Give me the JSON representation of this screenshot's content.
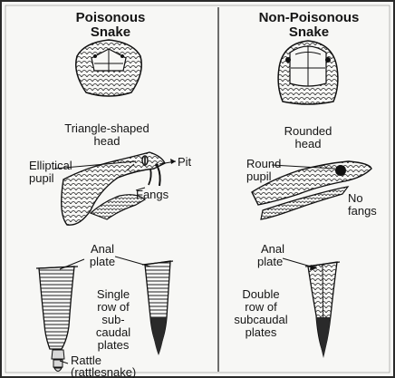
{
  "left_column": {
    "title_line1": "Poisonous",
    "title_line2": "Snake",
    "head_label_line1": "Triangle-shaped",
    "head_label_line2": "head",
    "pupil_label_line1": "Elliptical",
    "pupil_label_line2": "pupil",
    "pit_label": "Pit",
    "fangs_label": "Fangs",
    "anal_plate_line1": "Anal",
    "anal_plate_line2": "plate",
    "subcaudal_line1": "Single",
    "subcaudal_line2": "row of",
    "subcaudal_line3": "sub-",
    "subcaudal_line4": "caudal",
    "subcaudal_line5": "plates",
    "rattle_line1": "Rattle",
    "rattle_line2": "(rattlesnake)"
  },
  "right_column": {
    "title_line1": "Non-Poisonous",
    "title_line2": "Snake",
    "head_label_line1": "Rounded",
    "head_label_line2": "head",
    "pupil_label_line1": "Round",
    "pupil_label_line2": "pupil",
    "fangs_label_line1": "No",
    "fangs_label_line2": "fangs",
    "anal_plate_line1": "Anal",
    "anal_plate_line2": "plate",
    "subcaudal_line1": "Double",
    "subcaudal_line2": "row of",
    "subcaudal_line3": "subcaudal",
    "subcaudal_line4": "plates"
  },
  "colors": {
    "ink": "#151515",
    "paper": "#f7f7f5"
  }
}
